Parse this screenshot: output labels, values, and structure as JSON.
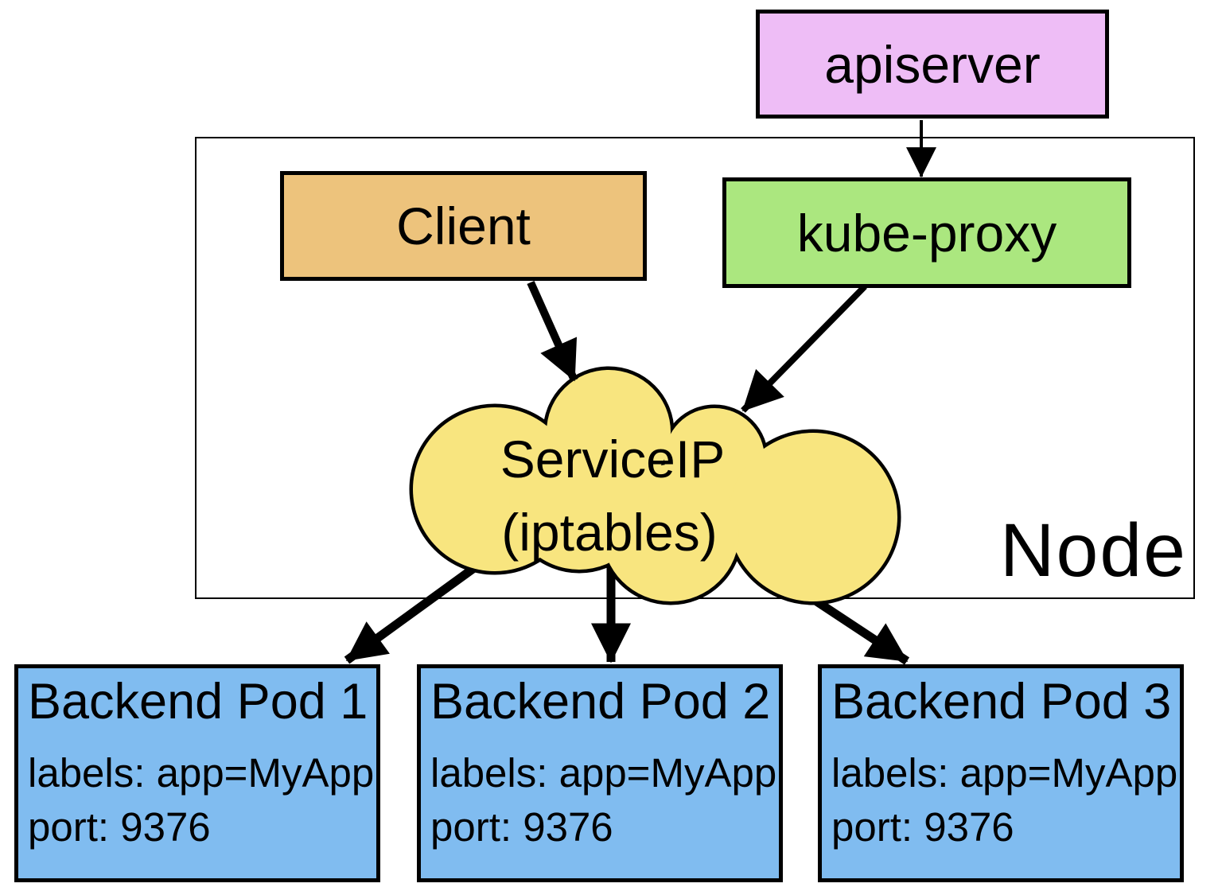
{
  "diagram": {
    "apiserver": {
      "label": "apiserver",
      "fill": "#eebdf6"
    },
    "client": {
      "label": "Client",
      "fill": "#edc37c"
    },
    "kube_proxy": {
      "label": "kube-proxy",
      "fill": "#abe77f"
    },
    "node": {
      "label": "Node"
    },
    "service_cloud": {
      "line1": "ServiceIP",
      "line2": "(iptables)",
      "fill": "#f8e57f"
    },
    "pods": [
      {
        "title": "Backend Pod 1",
        "labels": "labels: app=MyApp",
        "port": "port: 9376",
        "fill": "#80bcf0"
      },
      {
        "title": "Backend Pod 2",
        "labels": "labels: app=MyApp",
        "port": "port: 9376",
        "fill": "#80bcf0"
      },
      {
        "title": "Backend Pod 3",
        "labels": "labels: app=MyApp",
        "port": "port: 9376",
        "fill": "#80bcf0"
      }
    ],
    "line_color": "#000000"
  }
}
